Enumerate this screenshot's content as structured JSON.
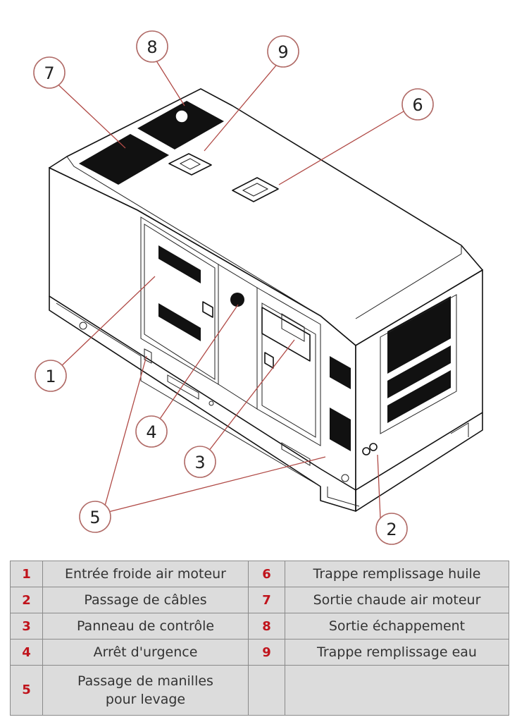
{
  "callouts": [
    {
      "number": "1"
    },
    {
      "number": "2"
    },
    {
      "number": "3"
    },
    {
      "number": "4"
    },
    {
      "number": "5"
    },
    {
      "number": "6"
    },
    {
      "number": "7"
    },
    {
      "number": "8"
    },
    {
      "number": "9"
    }
  ],
  "legend": {
    "rows": [
      {
        "left_num": "1",
        "left_text": "Entrée froide air moteur",
        "right_num": "6",
        "right_text": "Trappe remplissage huile"
      },
      {
        "left_num": "2",
        "left_text": "Passage de câbles",
        "right_num": "7",
        "right_text": "Sortie chaude air moteur"
      },
      {
        "left_num": "3",
        "left_text": "Panneau de contrôle",
        "right_num": "8",
        "right_text": "Sortie échappement"
      },
      {
        "left_num": "4",
        "left_text": "Arrêt d'urgence",
        "right_num": "9",
        "right_text": "Trappe remplissage eau"
      },
      {
        "left_num": "5",
        "left_text_line1": "Passage de manilles",
        "left_text_line2": "pour levage",
        "right_num": "",
        "right_text": ""
      }
    ]
  },
  "colors": {
    "number_red": "#c0141c",
    "callout_line": "#b04a46",
    "table_bg": "#dcdcdc"
  }
}
